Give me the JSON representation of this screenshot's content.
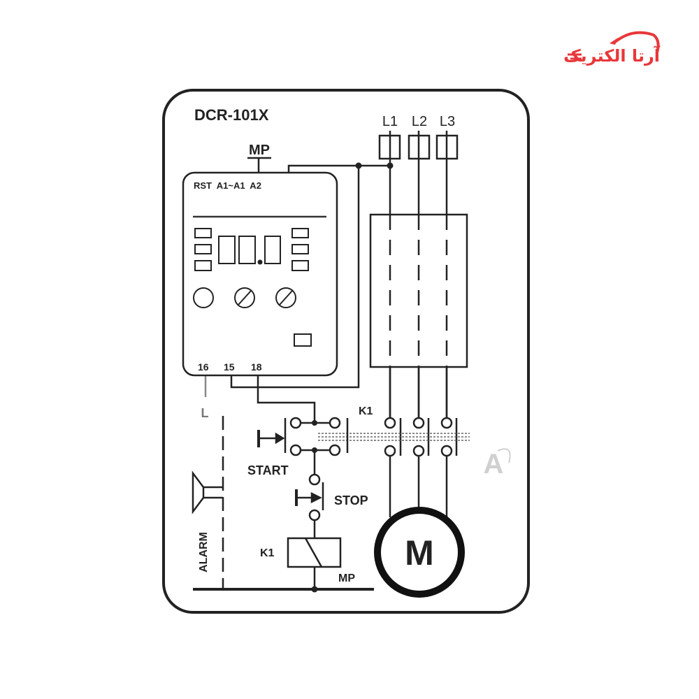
{
  "logo": {
    "text": "آرتا الکتریک",
    "color": "#e8373a"
  },
  "diagram": {
    "title": "DCR-101X",
    "supply_label": "MP",
    "phases": [
      "L1",
      "L2",
      "L3"
    ],
    "relay_top_terminals": "RST  A1~A1  A2",
    "relay_bottom_terminals": [
      "16",
      "15",
      "18"
    ],
    "contactor_label": "K1",
    "start_label": "START",
    "stop_label": "STOP",
    "coil_label": "K1",
    "coil_mp_label": "MP",
    "alarm_line_label": "L",
    "alarm_label": "ALARM",
    "motor_label": "M"
  },
  "watermark": {
    "letter": "A"
  }
}
